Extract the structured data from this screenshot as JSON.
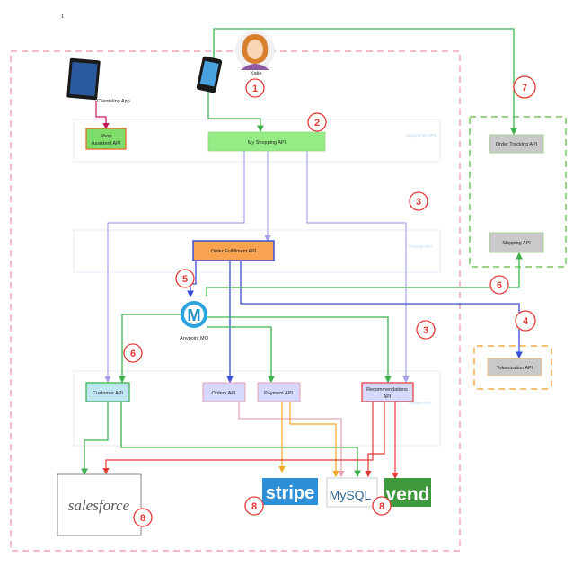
{
  "page_marker": "1",
  "persona": {
    "name": "Katie"
  },
  "app": {
    "name": "Clienteling App"
  },
  "mq": {
    "name": "Anypoint MQ"
  },
  "tiers": {
    "experience": "Experience APIs",
    "process": "Process APIs",
    "system": "System APIs"
  },
  "apis": {
    "shop_assistent": "Shop Assistent API",
    "my_shopping": "My Shopping API",
    "order_fulfillment": "Order Fulfillment API",
    "customer": "Customer API",
    "orders": "Orders API",
    "payment": "Payment API",
    "recommendations": "Recommendations API",
    "order_tracking": "Order Tracking  API",
    "shipping": "Shipping  API",
    "tokenization": "Tokenization API"
  },
  "logos": {
    "salesforce": "salesforce",
    "stripe": "stripe",
    "mysql": "MySQL",
    "vend": "vend"
  },
  "steps": [
    "1",
    "2",
    "3",
    "3",
    "4",
    "5",
    "6",
    "6",
    "7",
    "8",
    "8",
    "8"
  ],
  "colors": {
    "green_line": "#3cb44b",
    "lilac_line": "#a7a3ec",
    "blue_line": "#3b4fd8",
    "red_line": "#e53935",
    "orange_line": "#f5a623",
    "pink_line": "#e7a0b4",
    "dashed_pink": "#f2a5b6",
    "dashed_green": "#8fcf7a",
    "dashed_orange": "#f5b964"
  }
}
